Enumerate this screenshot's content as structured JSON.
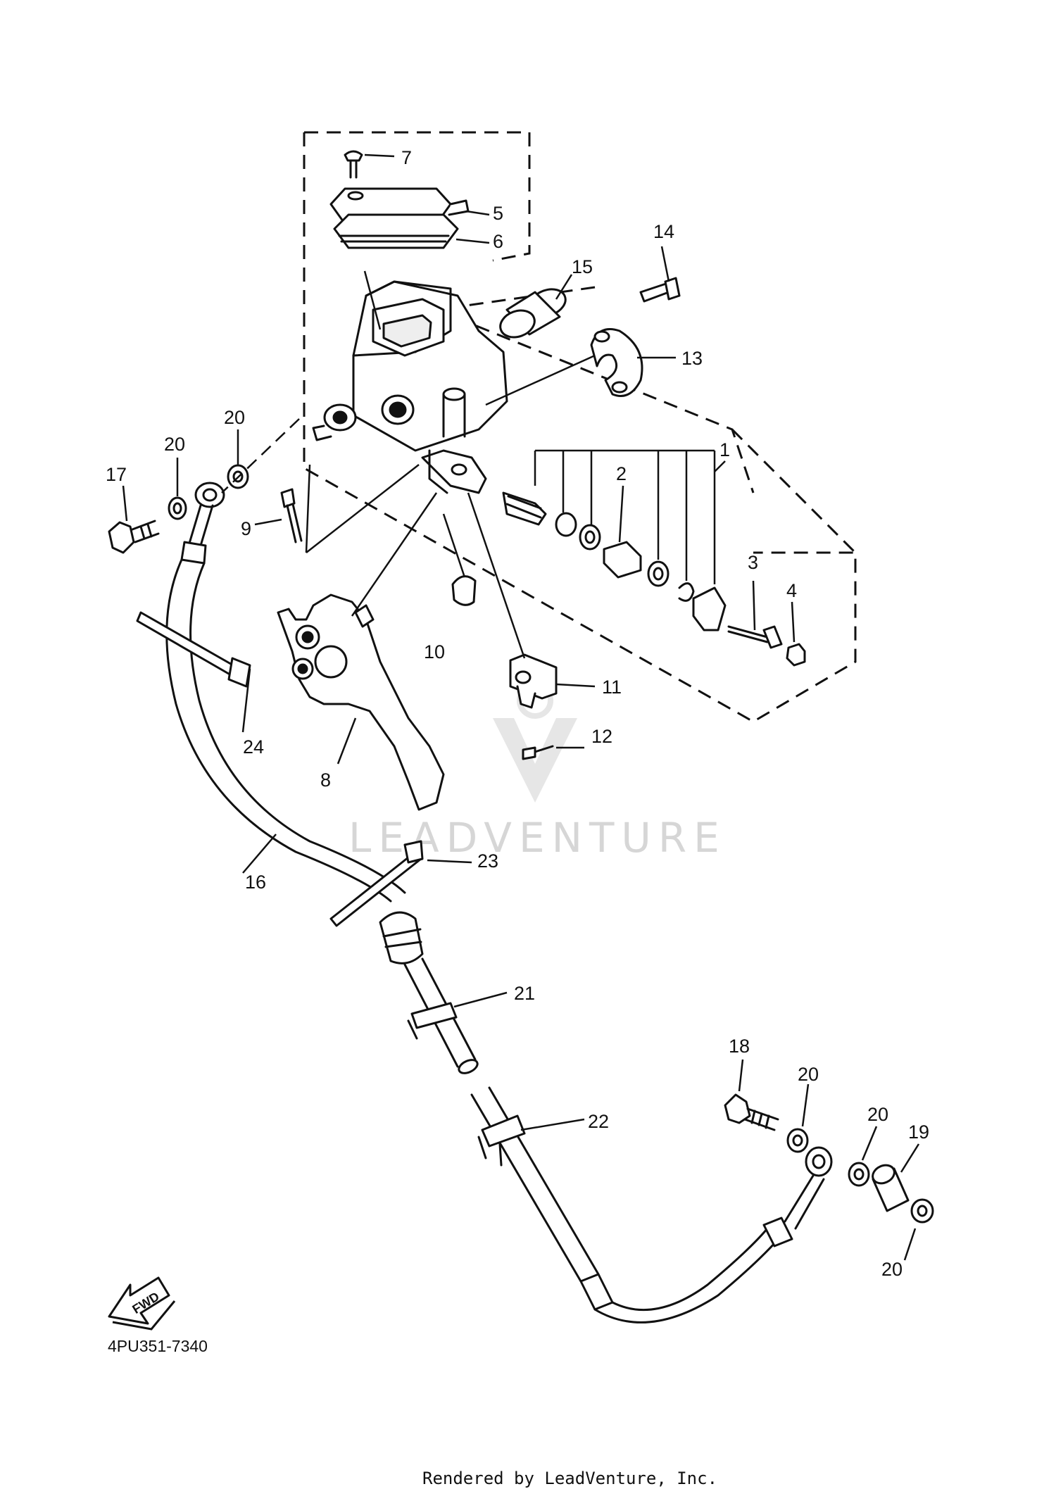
{
  "diagram": {
    "part_code": "4PU351-7340",
    "credit": "Rendered by LeadVenture, Inc.",
    "watermark": "LEADVENTURE",
    "fwd_label": "FWD",
    "callouts": [
      {
        "id": "1",
        "text": "1"
      },
      {
        "id": "2",
        "text": "2"
      },
      {
        "id": "3",
        "text": "3"
      },
      {
        "id": "4",
        "text": "4"
      },
      {
        "id": "5",
        "text": "5"
      },
      {
        "id": "6",
        "text": "6"
      },
      {
        "id": "7",
        "text": "7"
      },
      {
        "id": "8",
        "text": "8"
      },
      {
        "id": "9",
        "text": "9"
      },
      {
        "id": "10",
        "text": "10"
      },
      {
        "id": "11",
        "text": "11"
      },
      {
        "id": "12",
        "text": "12"
      },
      {
        "id": "13",
        "text": "13"
      },
      {
        "id": "14",
        "text": "14"
      },
      {
        "id": "15",
        "text": "15"
      },
      {
        "id": "16",
        "text": "16"
      },
      {
        "id": "17",
        "text": "17"
      },
      {
        "id": "18",
        "text": "18"
      },
      {
        "id": "19",
        "text": "19"
      },
      {
        "id": "20a",
        "text": "20"
      },
      {
        "id": "20b",
        "text": "20"
      },
      {
        "id": "20c",
        "text": "20"
      },
      {
        "id": "20d",
        "text": "20"
      },
      {
        "id": "20e",
        "text": "20"
      },
      {
        "id": "21",
        "text": "21"
      },
      {
        "id": "22",
        "text": "22"
      },
      {
        "id": "23",
        "text": "23"
      },
      {
        "id": "24",
        "text": "24"
      }
    ]
  }
}
